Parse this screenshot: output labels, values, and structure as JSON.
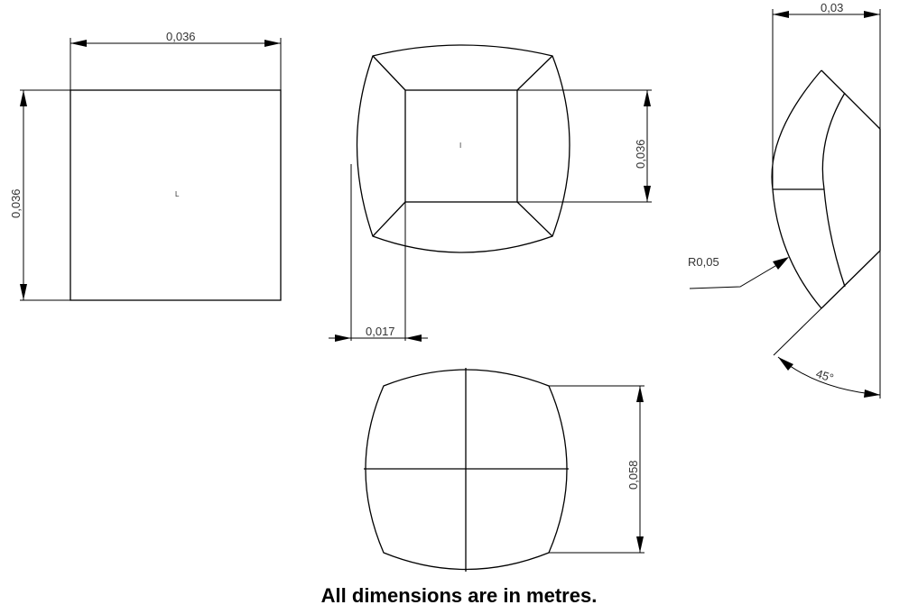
{
  "dimensions": {
    "front_width": "0,036",
    "front_height": "0,036",
    "top_inner_height": "0,036",
    "top_offset": "0,017",
    "bottom_height": "0,058",
    "side_width": "0,03",
    "radius": "R0,05",
    "angle": "45°"
  },
  "center_marks": {
    "front": "L",
    "top": "I"
  },
  "footer_note": "All dimensions are in metres."
}
